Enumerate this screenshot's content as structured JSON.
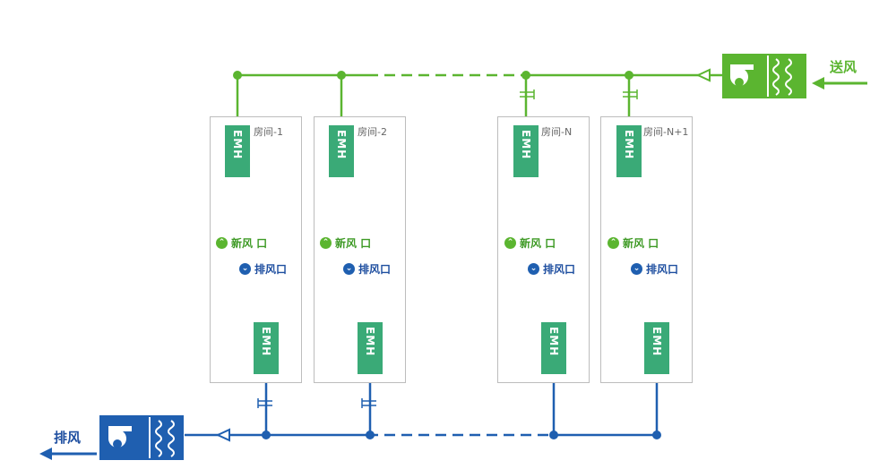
{
  "supply": {
    "label": "送风",
    "color": "#5bb530"
  },
  "exhaust": {
    "label": "排风",
    "color": "#1f4fa0"
  },
  "rooms": [
    {
      "name": "房间-1",
      "emh": "EMH",
      "fresh_label": "新风 口",
      "exhaust_label": "排风口"
    },
    {
      "name": "房间-2",
      "emh": "EMH",
      "fresh_label": "新风 口",
      "exhaust_label": "排风口"
    },
    {
      "name": "房间-N",
      "emh": "EMH",
      "fresh_label": "新风 口",
      "exhaust_label": "排风口"
    },
    {
      "name": "房间-N+1",
      "emh": "EMH",
      "fresh_label": "新风 口",
      "exhaust_label": "排风口"
    }
  ],
  "icons": {
    "fresh_badge": "chevron-up-icon",
    "exhaust_badge": "chevron-down-icon",
    "fan_unit": "fan-unit-icon",
    "diffuser": "diffuser-icon"
  }
}
